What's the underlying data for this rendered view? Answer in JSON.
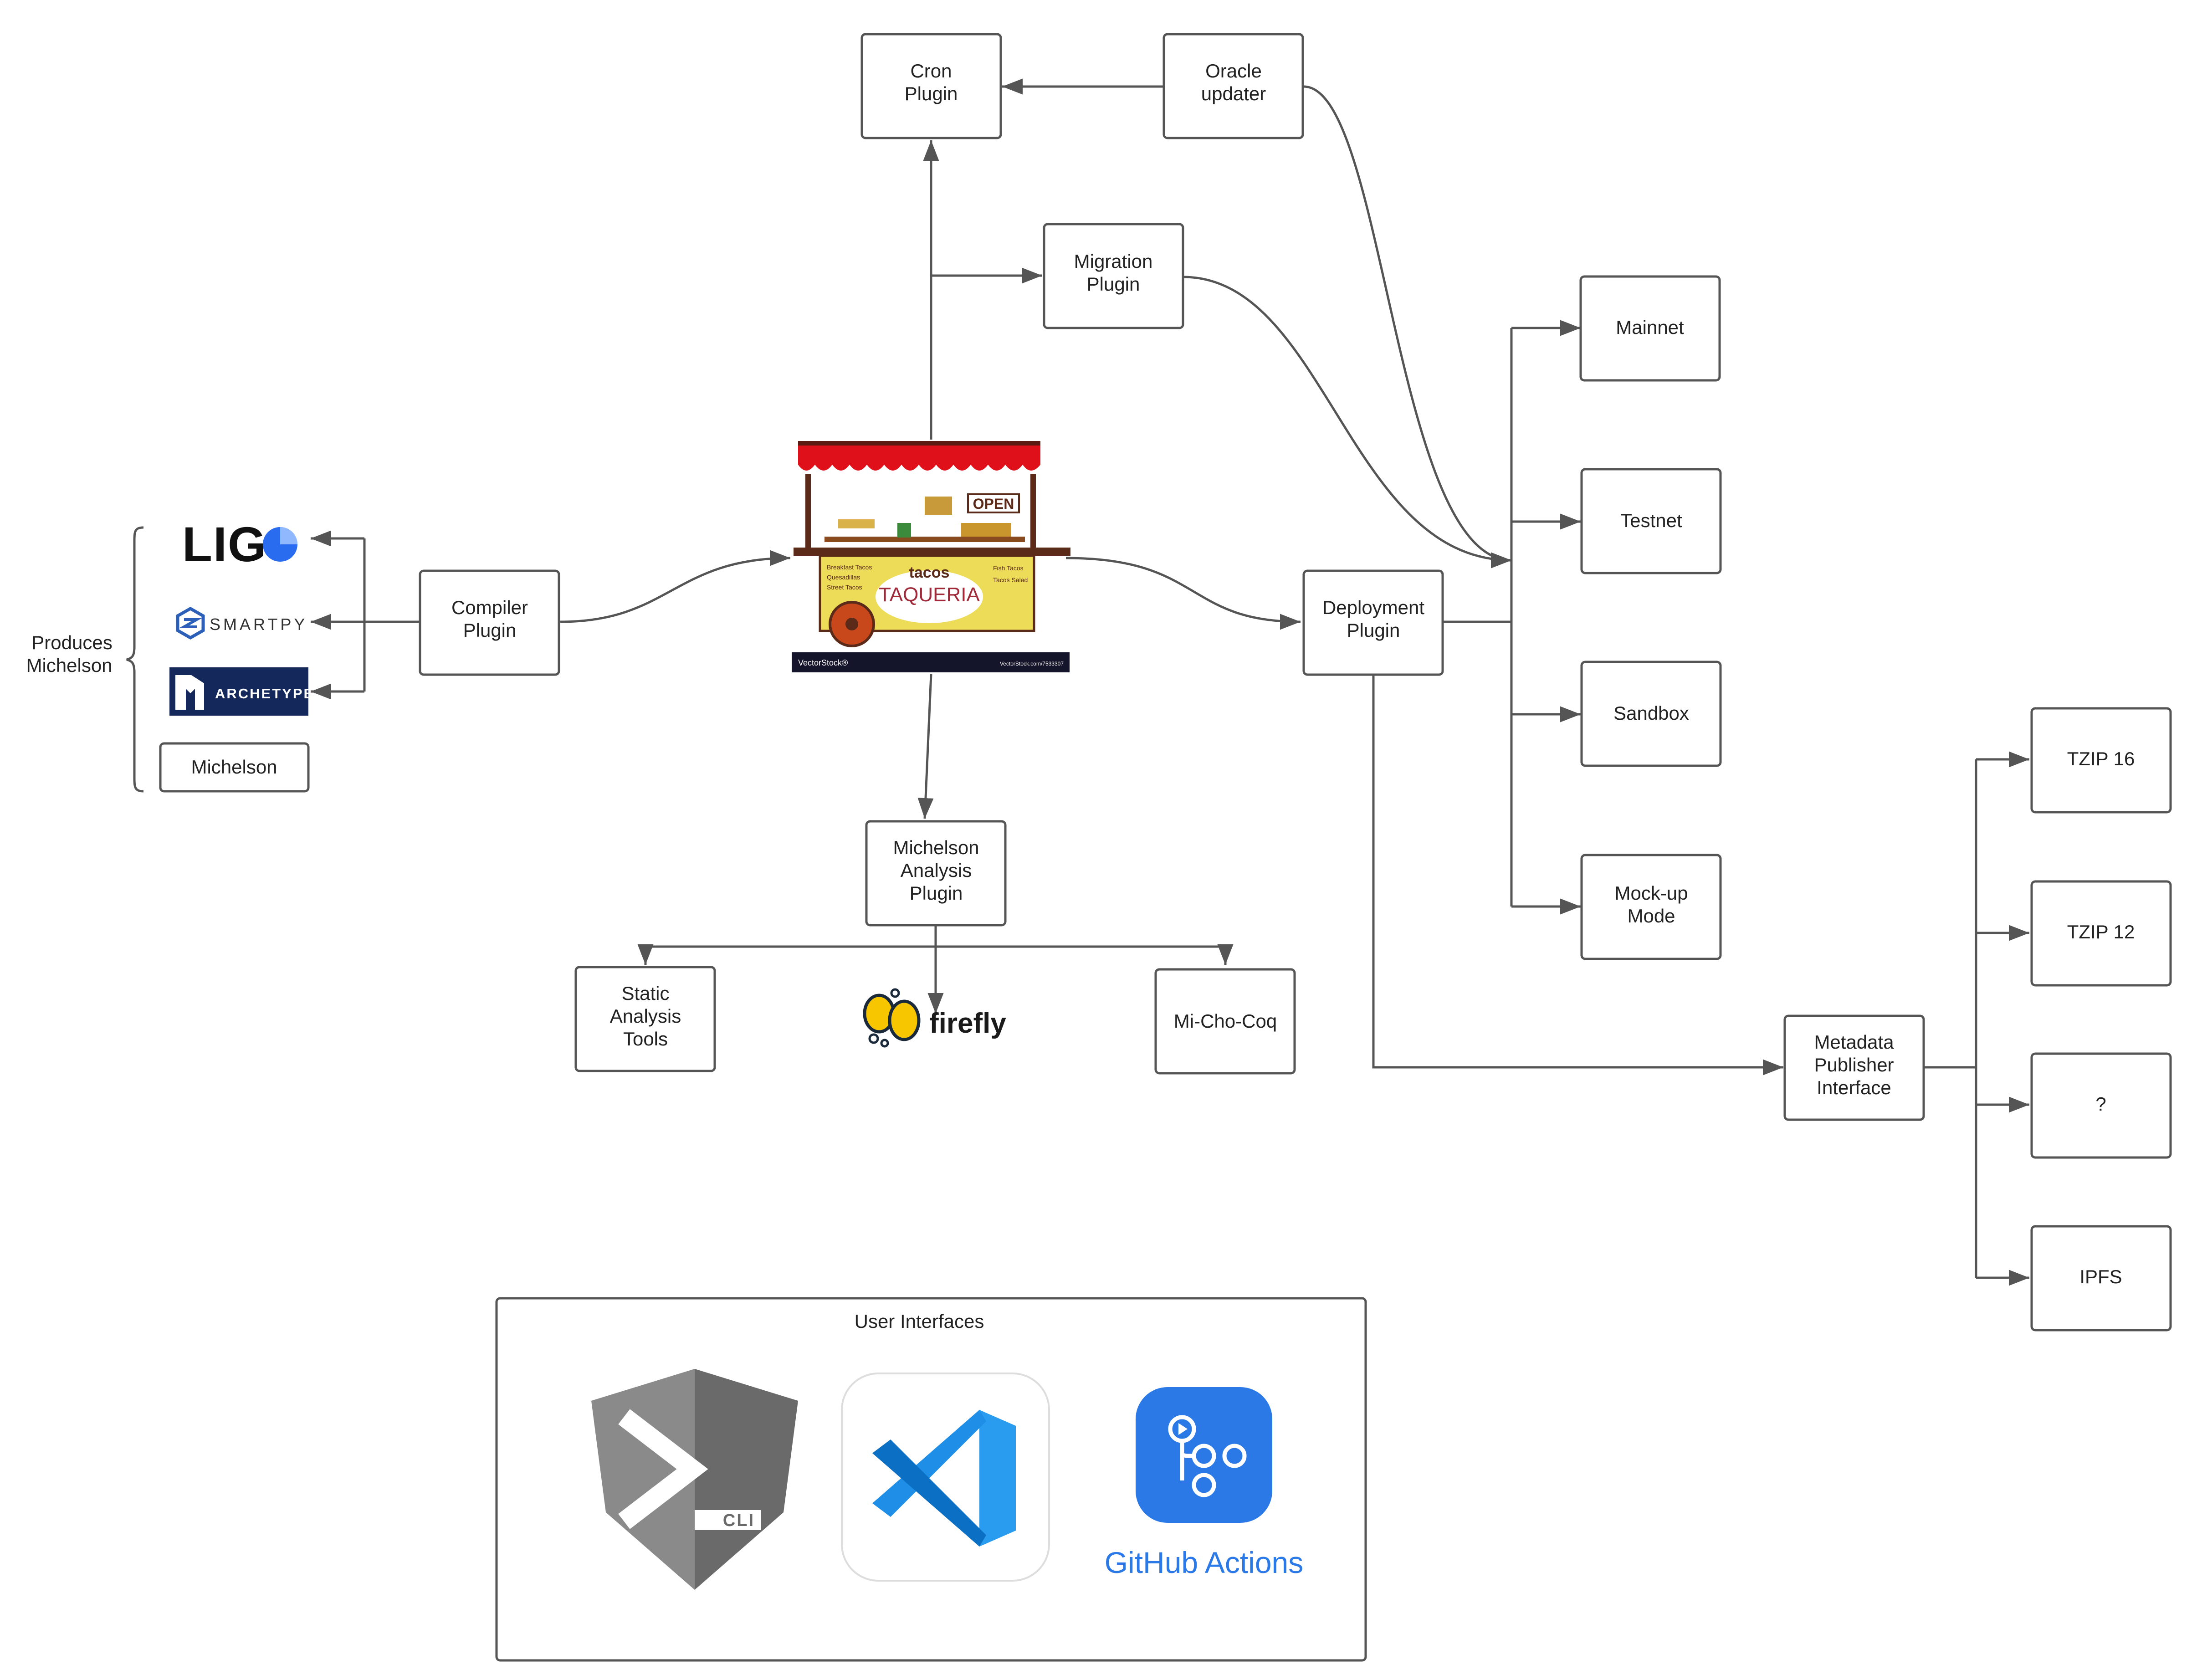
{
  "colors": {
    "stroke": "#555555",
    "text": "#222222",
    "awning_red": "#e0101a",
    "cart_yellow": "#ecdc58",
    "ligo_blue": "#2a6cf0",
    "smartpy_blue": "#2b5fb8",
    "archetype_navy": "#15285b",
    "firefly_yellow": "#f7c600",
    "vscode_blue": "#1f8ee6",
    "github_blue": "#2a79e6",
    "cli_grey": "#8a8a8a"
  },
  "nodes": {
    "cron": [
      "Cron",
      "Plugin"
    ],
    "oracle": [
      "Oracle",
      "updater"
    ],
    "migration": [
      "Migration",
      "Plugin"
    ],
    "compiler": [
      "Compiler",
      "Plugin"
    ],
    "deployment": [
      "Deployment",
      "Plugin"
    ],
    "analysis": [
      "Michelson",
      "Analysis",
      "Plugin"
    ],
    "static": [
      "Static",
      "Analysis",
      "Tools"
    ],
    "michocoq": "Mi-Cho-Coq",
    "mainnet": "Mainnet",
    "testnet": "Testnet",
    "sandbox": "Sandbox",
    "mockup": [
      "Mock-up",
      "Mode"
    ],
    "metadata": [
      "Metadata",
      "Publisher",
      "Interface"
    ],
    "tzip16": "TZIP 16",
    "tzip12": "TZIP 12",
    "unknown": "?",
    "ipfs": "IPFS",
    "michelson": "Michelson"
  },
  "brace_label": [
    "Produces",
    "Michelson"
  ],
  "logos": {
    "ligo": "LIG",
    "smartpy": "SMARTPY",
    "archetype": "ARCHETYPE",
    "firefly": "firefly"
  },
  "taqueria": {
    "open": "OPEN",
    "tacos": "tacos",
    "name": "TAQUERIA",
    "menu_left": [
      "Breakfast Tacos",
      "Quesadillas",
      "Street Tacos"
    ],
    "menu_right": [
      "Fish Tacos",
      "Tacos Salad"
    ],
    "footer_left": "VectorStock®",
    "footer_right": "VectorStock.com/7533307"
  },
  "user_interfaces": {
    "title": "User Interfaces",
    "cli": "CLI",
    "github": "GitHub Actions"
  }
}
